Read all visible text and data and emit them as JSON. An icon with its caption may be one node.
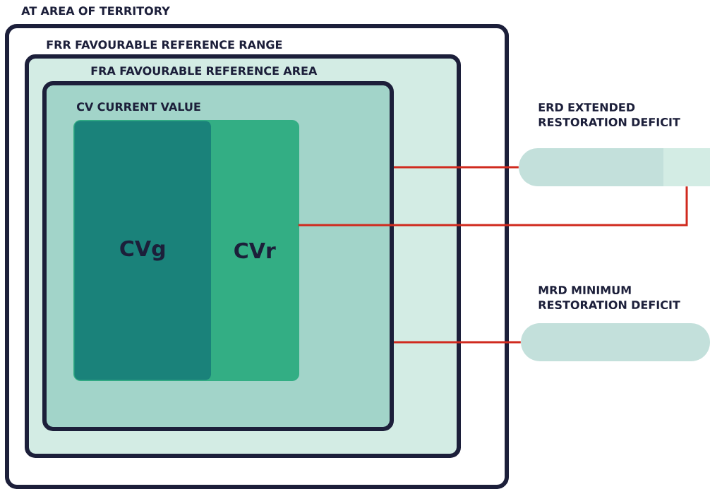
{
  "diagram": {
    "nodes": [
      {
        "text": [
          "AT AREA OF TERRITORY"
        ]
      },
      {
        "text": [
          "FRR FAVOURABLE REFERENCE RANGE"
        ],
        "in": 0
      },
      {
        "text": [
          "FRA FAVOURABLE REFERENCE AREA"
        ],
        "in": 1
      },
      {
        "text": [
          "CV CURRENT VALUE"
        ],
        "in": 2
      },
      {
        "text": [
          "CVg"
        ],
        "in": 3
      },
      {
        "text": [
          "CVr"
        ],
        "in": 3
      },
      {
        "text": [
          "ERD EXTENDED RESTORATION DEFICIT"
        ]
      },
      {
        "text": [],
        "shape": "bar"
      },
      {
        "text": [
          "MRD MINIMUM RESTORATION DEFICIT"
        ]
      }
    ],
    "edges": [
      {
        "from": 2,
        "to": 6,
        "arrow": "none"
      },
      {
        "from": 5,
        "to": 7,
        "arrow": "none"
      },
      {
        "from": 2,
        "to": 8,
        "arrow": "none"
      }
    ]
  }
}
